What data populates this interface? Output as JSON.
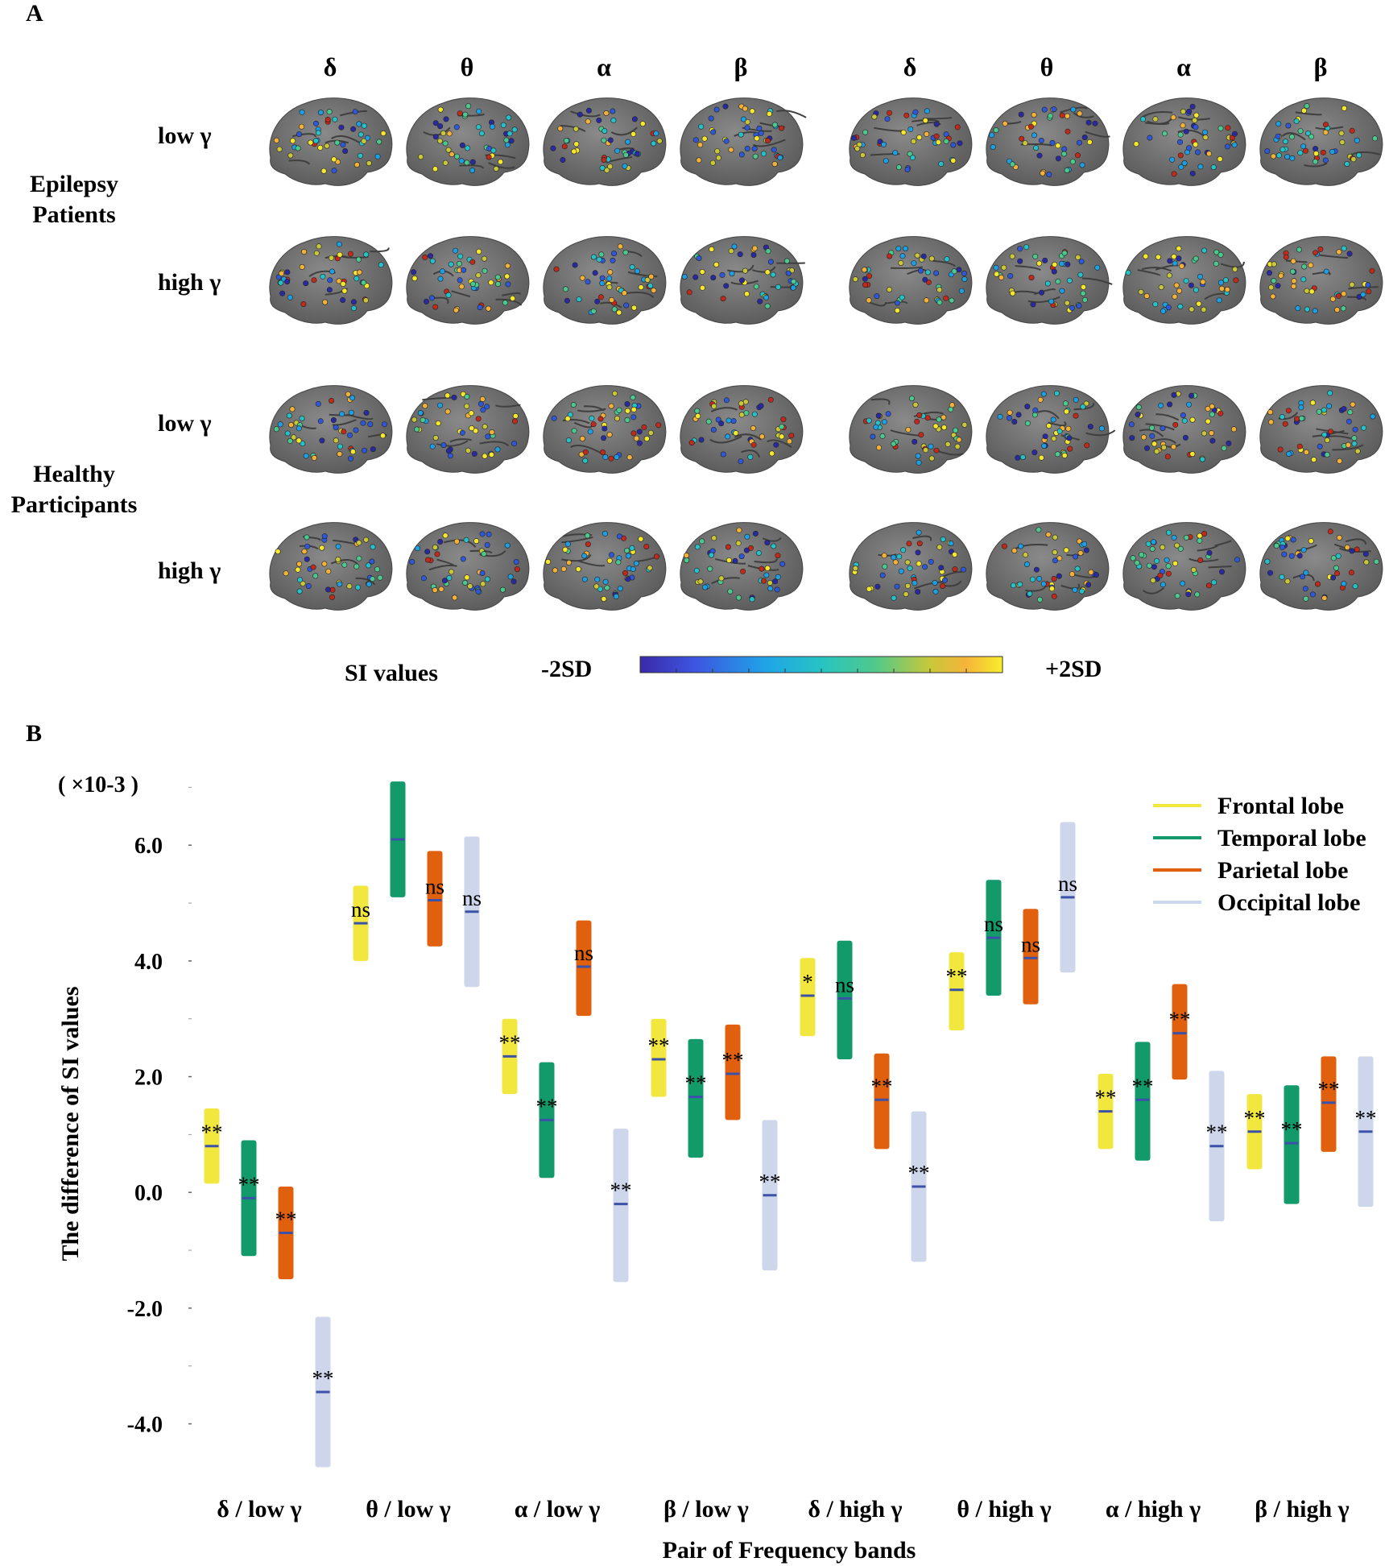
{
  "panel_a": {
    "letter": "A",
    "band_headers": [
      "δ",
      "θ",
      "α",
      "β",
      "δ",
      "θ",
      "α",
      "β"
    ],
    "groups": [
      "Epilepsy\nPatients",
      "Healthy\nParticipants"
    ],
    "row_labels": [
      "low γ",
      "high γ",
      "low γ",
      "high γ"
    ],
    "colorbar": {
      "title": "SI values",
      "min_label": "-2SD",
      "max_label": "+2SD"
    }
  },
  "chart_data": {
    "type": "floating-bar",
    "panel_letter": "B",
    "exponent_label": "( ×10-3 )",
    "ylabel": "The difference of SI values",
    "xlabel": "Pair of Frequency bands",
    "ylim": [
      -4.8,
      7.2
    ],
    "yticks": [
      6.0,
      4.0,
      2.0,
      0.0,
      -2.0,
      -4.0
    ],
    "ytick_labels": [
      "6.0",
      "4.0",
      "2.0",
      "0.0",
      "-2.0",
      "-4.0"
    ],
    "categories": [
      "δ / low γ",
      "θ / low γ",
      "α / low γ",
      "β / low γ",
      "δ / high γ",
      "θ / high γ",
      "α / high γ",
      "β / high γ"
    ],
    "legend_position": "top-right",
    "series": [
      {
        "name": "Frontal lobe",
        "color": "#f2e73f",
        "low": [
          0.15,
          4.0,
          1.7,
          1.65,
          2.7,
          2.8,
          0.75,
          0.4
        ],
        "high": [
          1.45,
          5.3,
          3.0,
          3.0,
          4.05,
          4.15,
          2.05,
          1.7
        ],
        "mean": [
          0.8,
          4.65,
          2.35,
          2.3,
          3.4,
          3.5,
          1.4,
          1.05
        ],
        "sig": [
          "**",
          "ns",
          "**",
          "**",
          "*",
          "**",
          "**",
          "**"
        ]
      },
      {
        "name": "Temporal lobe",
        "color": "#129a6a",
        "low": [
          -1.1,
          5.1,
          0.25,
          0.6,
          2.3,
          3.4,
          0.55,
          -0.2
        ],
        "high": [
          0.9,
          7.1,
          2.25,
          2.65,
          4.35,
          5.4,
          2.6,
          1.85
        ],
        "mean": [
          -0.1,
          6.1,
          1.25,
          1.65,
          3.35,
          4.4,
          1.6,
          0.85
        ],
        "sig": [
          "**",
          "",
          "**",
          "**",
          "ns",
          "ns",
          "**",
          "**"
        ]
      },
      {
        "name": "Parietal lobe",
        "color": "#e0600e",
        "low": [
          -1.5,
          4.25,
          3.05,
          1.25,
          0.75,
          3.25,
          1.95,
          0.7
        ],
        "high": [
          0.1,
          5.9,
          4.7,
          2.9,
          2.4,
          4.9,
          3.6,
          2.35
        ],
        "mean": [
          -0.7,
          5.05,
          3.9,
          2.05,
          1.6,
          4.05,
          2.75,
          1.55
        ],
        "sig": [
          "**",
          "ns",
          "ns",
          "**",
          "**",
          "ns",
          "**",
          "**"
        ]
      },
      {
        "name": "Occipital lobe",
        "color": "#cdd6ea",
        "low": [
          -4.75,
          3.55,
          -1.55,
          -1.35,
          -1.2,
          3.8,
          -0.5,
          -0.25
        ],
        "high": [
          -2.15,
          6.15,
          1.1,
          1.25,
          1.4,
          6.4,
          2.1,
          2.35
        ],
        "mean": [
          -3.45,
          4.85,
          -0.2,
          -0.05,
          0.1,
          5.1,
          0.8,
          1.05
        ],
        "sig": [
          "**",
          "ns",
          "**",
          "**",
          "**",
          "ns",
          "**",
          "**"
        ]
      }
    ]
  }
}
